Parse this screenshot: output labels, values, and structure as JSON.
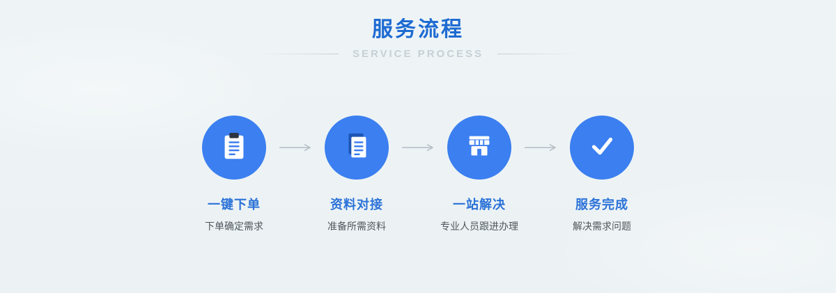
{
  "header": {
    "title": "服务流程",
    "subtitle": "SERVICE  PROCESS"
  },
  "steps": [
    {
      "icon": "clipboard-order-icon",
      "label": "一键下单",
      "desc": "下单确定需求"
    },
    {
      "icon": "documents-icon",
      "label": "资料对接",
      "desc": "准备所需资料"
    },
    {
      "icon": "storefront-icon",
      "label": "一站解决",
      "desc": "专业人员跟进办理"
    },
    {
      "icon": "check-icon",
      "label": "服务完成",
      "desc": "解决需求问题"
    }
  ],
  "colors": {
    "title_blue": "#1e6bd2",
    "label_blue": "#2a72d8",
    "circle_blue": "#3b7ff0",
    "background": "#edf3f5",
    "subtitle_grey": "#c7d0d6",
    "desc_grey": "#4f565c",
    "arrow_grey": "#b3bcc3"
  }
}
